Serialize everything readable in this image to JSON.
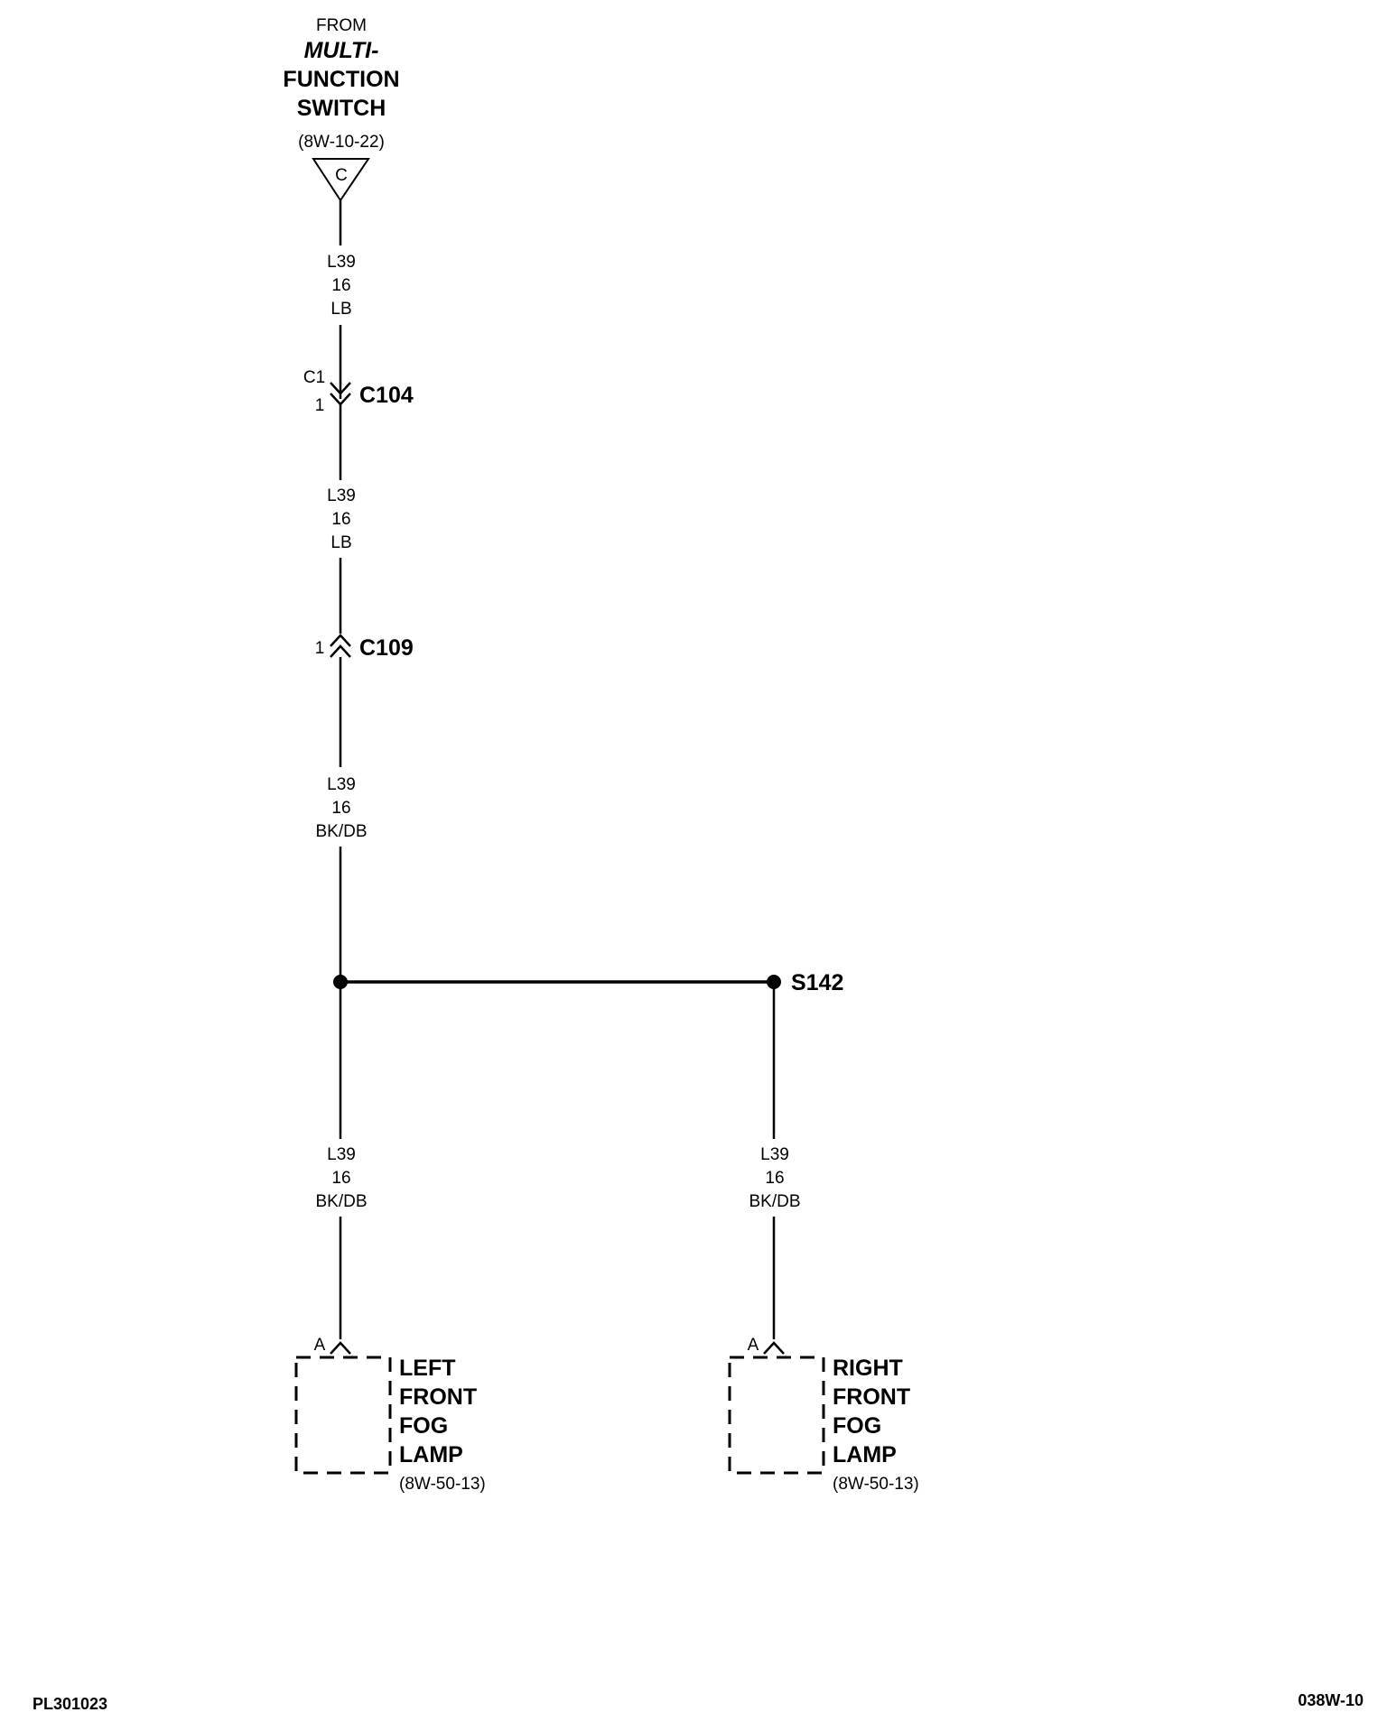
{
  "source": {
    "from_label": "FROM",
    "name_line1": "MULTI-",
    "name_line2": "FUNCTION",
    "name_line3": "SWITCH",
    "ref": "(8W-10-22)",
    "connector_letter": "C"
  },
  "wire_segments": [
    {
      "circuit": "L39",
      "gauge": "16",
      "color": "LB"
    },
    {
      "circuit": "L39",
      "gauge": "16",
      "color": "LB"
    },
    {
      "circuit": "L39",
      "gauge": "16",
      "color": "BK/DB"
    },
    {
      "circuit": "L39",
      "gauge": "16",
      "color": "BK/DB"
    },
    {
      "circuit": "L39",
      "gauge": "16",
      "color": "BK/DB"
    }
  ],
  "connectors": {
    "c104": {
      "name": "C104",
      "cavity_label": "C1",
      "pin": "1"
    },
    "c109": {
      "name": "C109",
      "pin": "1"
    }
  },
  "splice": {
    "name": "S142"
  },
  "loads": [
    {
      "pin": "A",
      "line1": "LEFT",
      "line2": "FRONT",
      "line3": "FOG",
      "line4": "LAMP",
      "ref": "(8W-50-13)"
    },
    {
      "pin": "A",
      "line1": "RIGHT",
      "line2": "FRONT",
      "line3": "FOG",
      "line4": "LAMP",
      "ref": "(8W-50-13)"
    }
  ],
  "footer": {
    "left_code": "PL301023",
    "right_code": "038W-10"
  }
}
